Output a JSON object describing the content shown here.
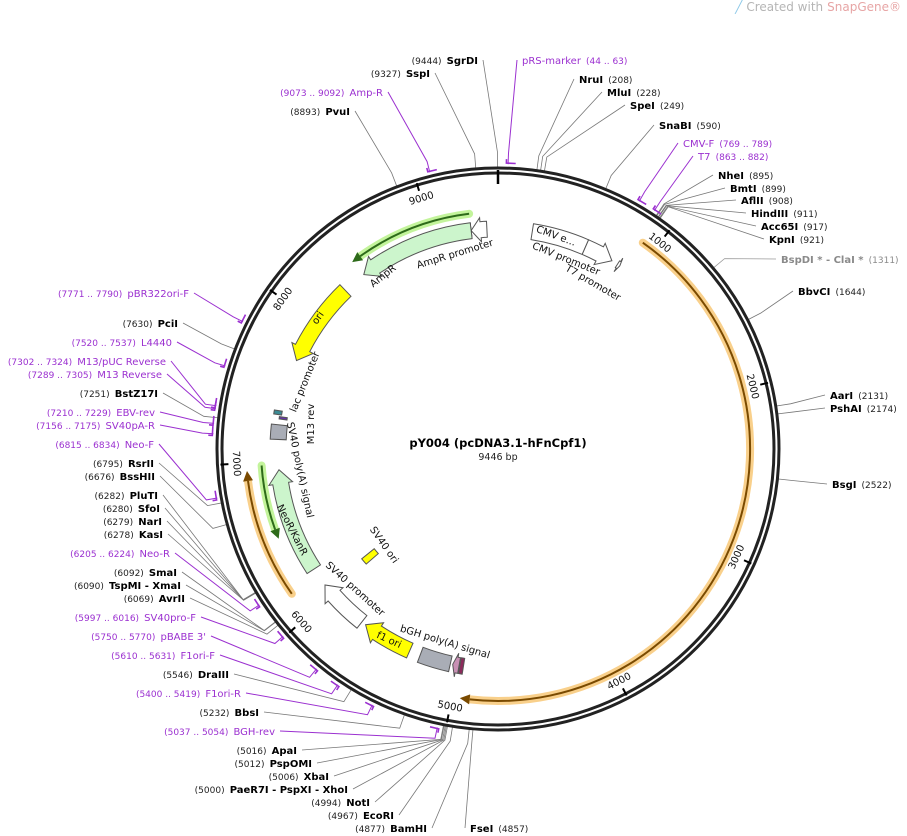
{
  "header": {
    "created_with": "Created with",
    "brand": "SnapGene®"
  },
  "plasmid": {
    "name": "pY004 (pcDNA3.1-hFnCpf1)",
    "size_label": "9446 bp",
    "length": 9446
  },
  "ticks": [
    "1000",
    "2000",
    "3000",
    "4000",
    "5000",
    "6000",
    "7000",
    "8000",
    "9000"
  ],
  "enzymes": [
    {
      "name": "SgrDI",
      "pos": 9444
    },
    {
      "name": "SspI",
      "pos": 9327
    },
    {
      "name": "PvuI",
      "pos": 8893
    },
    {
      "name": "NruI",
      "pos": 208
    },
    {
      "name": "MluI",
      "pos": 228
    },
    {
      "name": "SpeI",
      "pos": 249
    },
    {
      "name": "SnaBI",
      "pos": 590
    },
    {
      "name": "NheI",
      "pos": 895
    },
    {
      "name": "BmtI",
      "pos": 899
    },
    {
      "name": "AflII",
      "pos": 908
    },
    {
      "name": "HindIII",
      "pos": 911
    },
    {
      "name": "Acc65I",
      "pos": 917
    },
    {
      "name": "KpnI",
      "pos": 921
    },
    {
      "name": "BspDI * - ClaI *",
      "pos": 1311,
      "gray": true
    },
    {
      "name": "BbvCI",
      "pos": 1644
    },
    {
      "name": "AarI",
      "pos": 2131
    },
    {
      "name": "PshAI",
      "pos": 2174
    },
    {
      "name": "BsgI",
      "pos": 2522
    },
    {
      "name": "FseI",
      "pos": 4857
    },
    {
      "name": "BamHI",
      "pos": 4877
    },
    {
      "name": "EcoRI",
      "pos": 4967
    },
    {
      "name": "NotI",
      "pos": 4994
    },
    {
      "name": "PaeR7I - PspXI - XhoI",
      "pos": 5000
    },
    {
      "name": "XbaI",
      "pos": 5006
    },
    {
      "name": "PspOMI",
      "pos": 5012
    },
    {
      "name": "ApaI",
      "pos": 5016
    },
    {
      "name": "BbsI",
      "pos": 5232
    },
    {
      "name": "DraIII",
      "pos": 5546
    },
    {
      "name": "AvrII",
      "pos": 6069
    },
    {
      "name": "TspMI - XmaI",
      "pos": 6090
    },
    {
      "name": "SmaI",
      "pos": 6092
    },
    {
      "name": "KasI",
      "pos": 6278
    },
    {
      "name": "NarI",
      "pos": 6279
    },
    {
      "name": "SfoI",
      "pos": 6280
    },
    {
      "name": "PluTI",
      "pos": 6282
    },
    {
      "name": "BssHII",
      "pos": 6676
    },
    {
      "name": "RsrII",
      "pos": 6795
    },
    {
      "name": "BstZ17I",
      "pos": 7251
    },
    {
      "name": "PciI",
      "pos": 7630
    }
  ],
  "primers": [
    {
      "name": "pRS-marker",
      "range": "44 .. 63",
      "start": 44,
      "end": 63
    },
    {
      "name": "CMV-F",
      "range": "769 .. 789",
      "start": 769,
      "end": 789
    },
    {
      "name": "T7",
      "range": "863 .. 882",
      "start": 863,
      "end": 882
    },
    {
      "name": "Amp-R",
      "range": "9073 .. 9092",
      "start": 9073,
      "end": 9092
    },
    {
      "name": "pBR322ori-F",
      "range": "7771 .. 7790",
      "start": 7771,
      "end": 7790
    },
    {
      "name": "L4440",
      "range": "7520 .. 7537",
      "start": 7520,
      "end": 7537
    },
    {
      "name": "M13/pUC Reverse",
      "range": "7302 .. 7324",
      "start": 7302,
      "end": 7324
    },
    {
      "name": "M13 Reverse",
      "range": "7289 .. 7305",
      "start": 7289,
      "end": 7305
    },
    {
      "name": "EBV-rev",
      "range": "7210 .. 7229",
      "start": 7210,
      "end": 7229
    },
    {
      "name": "SV40pA-R",
      "range": "7156 .. 7175",
      "start": 7156,
      "end": 7175
    },
    {
      "name": "Neo-F",
      "range": "6815 .. 6834",
      "start": 6815,
      "end": 6834
    },
    {
      "name": "Neo-R",
      "range": "6205 .. 6224",
      "start": 6205,
      "end": 6224
    },
    {
      "name": "SV40pro-F",
      "range": "5997 .. 6016",
      "start": 5997,
      "end": 6016
    },
    {
      "name": "pBABE 3'",
      "range": "5750 .. 5770",
      "start": 5750,
      "end": 5770
    },
    {
      "name": "F1ori-F",
      "range": "5610 .. 5631",
      "start": 5610,
      "end": 5631
    },
    {
      "name": "F1ori-R",
      "range": "5400 .. 5419",
      "start": 5400,
      "end": 5419
    },
    {
      "name": "BGH-rev",
      "range": "5037 .. 5054",
      "start": 5037,
      "end": 5054
    }
  ],
  "features": [
    {
      "label": "AmpR promoter",
      "start": 9262,
      "end": 9370,
      "dir": -1,
      "fill": "#ffffff",
      "kind": "arrow"
    },
    {
      "label": "AmpR",
      "start": 8460,
      "end": 9262,
      "dir": -1,
      "fill": "#ccf5cc",
      "kind": "arrow"
    },
    {
      "label": "ori",
      "start": 7706,
      "end": 8294,
      "dir": -1,
      "fill": "#ffff00",
      "kind": "arrow"
    },
    {
      "label": "CMV e...",
      "start": 235,
      "end": 614,
      "dir": 0,
      "fill": "#ffffff",
      "kind": "box"
    },
    {
      "label": "CMV promoter",
      "start": 614,
      "end": 818,
      "dir": 1,
      "fill": "#ffffff",
      "kind": "arrow"
    },
    {
      "label": "T7 promoter",
      "start": 863,
      "end": 882,
      "dir": 1,
      "fill": "#ffffff",
      "kind": "arrow"
    },
    {
      "label": "lac promoter",
      "start": 7318,
      "end": 7345,
      "dir": 0,
      "fill": "#3b8b94",
      "kind": "box"
    },
    {
      "label": "M13 rev",
      "start": 7290,
      "end": 7306,
      "dir": 0,
      "fill": "#6633aa",
      "kind": "box"
    },
    {
      "label": "SV40 poly(A) signal",
      "start": 7150,
      "end": 7250,
      "dir": 0,
      "fill": "#a9adb6",
      "kind": "box"
    },
    {
      "label": "NeoR/KanR",
      "start": 6215,
      "end": 6943,
      "dir": 1,
      "fill": "#ccf5cc",
      "kind": "arrow"
    },
    {
      "label": "SV40 ori",
      "start": 6005,
      "end": 6065,
      "dir": 0,
      "fill": "#ffff00",
      "kind": "innerbox"
    },
    {
      "label": "SV40 promoter",
      "start": 5725,
      "end": 6083,
      "dir": 1,
      "fill": "#ffffff",
      "kind": "arrow"
    },
    {
      "label": "f1 ori",
      "start": 5343,
      "end": 5694,
      "dir": 1,
      "fill": "#ffff00",
      "kind": "arrow"
    },
    {
      "label": "bGH poly(A) signal",
      "start": 5051,
      "end": 5266,
      "dir": 0,
      "fill": "#a9adb6",
      "kind": "box"
    },
    {
      "label": "",
      "start": 4990,
      "end": 5035,
      "dir": 1,
      "fill": "#c890b4",
      "kind": "arrow"
    },
    {
      "label": "",
      "start": 4960,
      "end": 4985,
      "dir": 0,
      "fill": "#8c2a5c",
      "kind": "box"
    }
  ],
  "orfs": [
    {
      "start": 920,
      "end": 4952,
      "dir": 1,
      "line": "#7a4a00",
      "glow": "#f8c877"
    },
    {
      "start": 8450,
      "end": 9262,
      "dir": -1,
      "line": "#2e6b1a",
      "glow": "#b9f28a"
    },
    {
      "start": 6164,
      "end": 6953,
      "dir": 1,
      "line": "#7a4a00",
      "glow": "#f8c877"
    },
    {
      "start": 6500,
      "end": 6980,
      "dir": -1,
      "line": "#2e6b1a",
      "glow": "#b9f28a"
    }
  ]
}
